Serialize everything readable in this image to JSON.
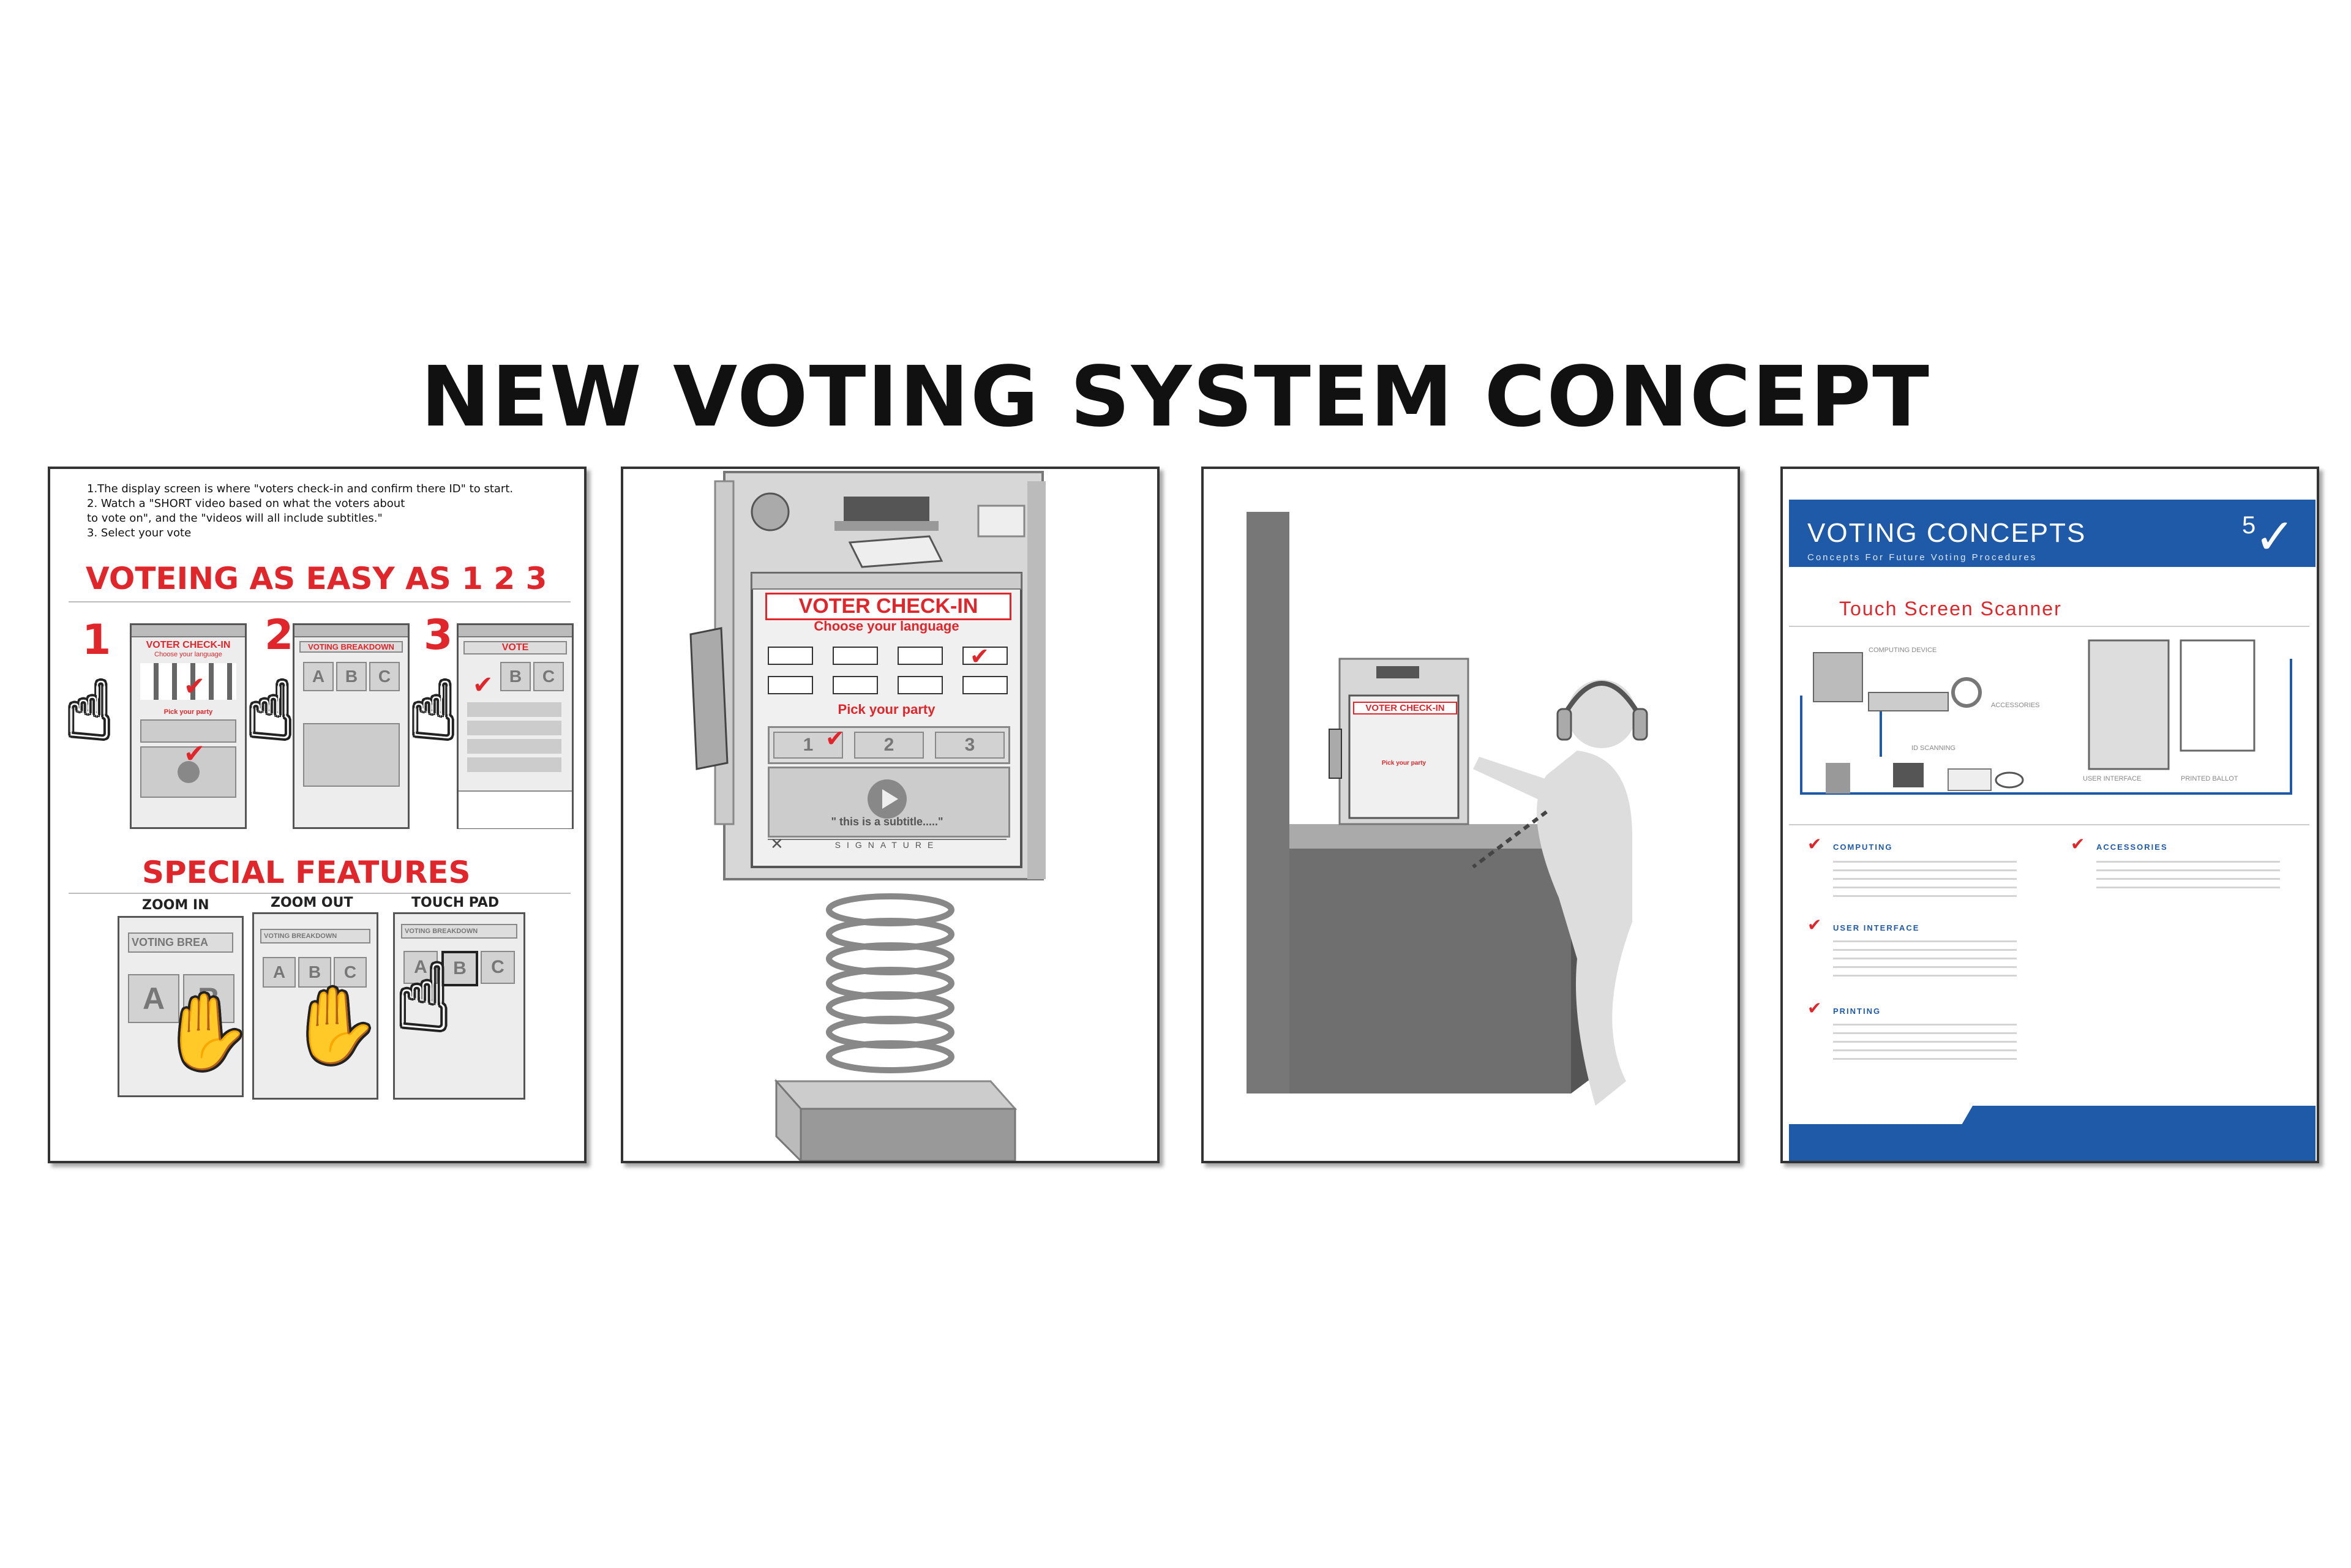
{
  "page": {
    "title": "NEW VOTING SYSTEM CONCEPT"
  },
  "panel1": {
    "instructions": [
      "1.The display screen is where \"voters check-in and confirm there ID\" to start.",
      "2. Watch a \"SHORT video based on what the voters about",
      "to vote on\", and the \"videos will all include subtitles.\"",
      "3. Select your vote"
    ],
    "heading": "VOTEING AS EASY AS 1 2 3",
    "steps": [
      {
        "num": "1",
        "screen_title": "VOTER CHECK-IN",
        "sub": "Choose your language",
        "sub2": "Pick your party"
      },
      {
        "num": "2",
        "screen_title": "VOTING BREAKDOWN",
        "buttons": [
          "A",
          "B",
          "C"
        ]
      },
      {
        "num": "3",
        "screen_title": "VOTE",
        "buttons": [
          "B",
          "C"
        ]
      }
    ],
    "features_heading": "SPECIAL FEATURES",
    "features": [
      {
        "label": "ZOOM IN",
        "screen_title": "VOTING BREA",
        "buttons": [
          "A",
          "B"
        ]
      },
      {
        "label": "ZOOM OUT",
        "screen_title": "VOTING BREAKDOWN",
        "buttons": [
          "A",
          "B",
          "C"
        ]
      },
      {
        "label": "TOUCH PAD",
        "screen_title": "VOTING BREAKDOWN",
        "buttons": [
          "A",
          "B",
          "C"
        ]
      }
    ]
  },
  "panel2": {
    "screen_title": "VOTER CHECK-IN",
    "choose_language": "Choose your language",
    "pick_party": "Pick your party",
    "numbers": [
      "1",
      "2",
      "3"
    ],
    "subtitle": "\" this is a subtitle.....\"",
    "signature": "SIGNATURE"
  },
  "panel3": {
    "screen_title": "VOTER CHECK-IN",
    "pick_party": "Pick your party"
  },
  "panel4": {
    "title": "VOTING CONCEPTS",
    "subtitle": "Concepts For Future Voting Procedures",
    "page_number": "5",
    "section": "Touch Screen Scanner",
    "diagram_labels": [
      "COMPUTING DEVICE",
      "ACCESSORIES",
      "ID SCANNING",
      "USER INTERFACE",
      "PRINTED BALLOT"
    ],
    "items": [
      {
        "heading": "COMPUTING"
      },
      {
        "heading": "ACCESSORIES"
      },
      {
        "heading": "USER INTERFACE"
      },
      {
        "heading": "PRINTING"
      }
    ],
    "colors": {
      "blue": "#1f5aa8",
      "red": "#e0262b"
    }
  }
}
